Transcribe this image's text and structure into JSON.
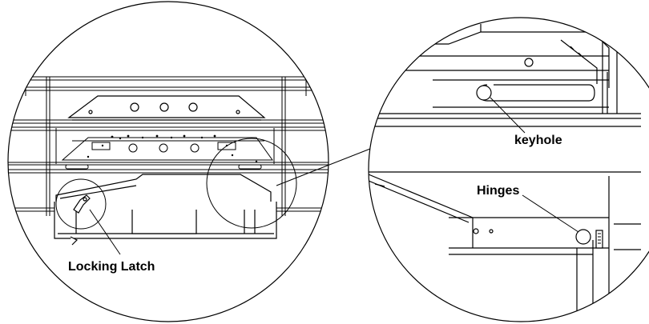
{
  "labels": {
    "locking_latch": "Locking Latch",
    "keyhole": "keyhole",
    "hinges": "Hinges"
  },
  "colors": {
    "line": "#000000",
    "background": "#ffffff"
  }
}
